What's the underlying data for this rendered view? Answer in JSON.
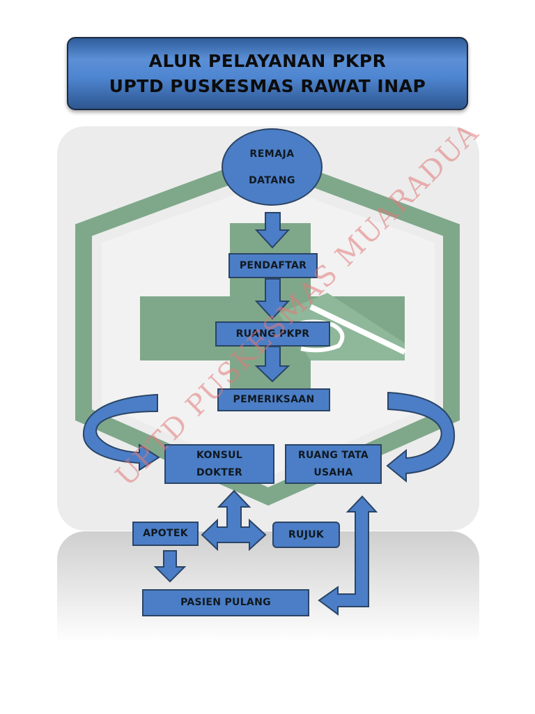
{
  "title": {
    "line1": "ALUR PELAYANAN PKPR",
    "line2": "UPTD PUSKESMAS RAWAT INAP"
  },
  "nodes": {
    "start": {
      "line1": "REMAJA",
      "line2": "DATANG"
    },
    "pendaftar": "PENDAFTAR",
    "ruang_pkpr": "RUANG PKPR",
    "pemeriksaan": "PEMERIKSAAN",
    "konsul_dokter": {
      "line1": "KONSUL",
      "line2": "DOKTER"
    },
    "ruang_tata_usaha": {
      "line1": "RUANG TATA",
      "line2": "USAHA"
    },
    "apotek": "APOTEK",
    "rujuk": "RUJUK",
    "pasien_pulang": "PASIEN PULANG"
  },
  "watermark": "UPTD PUSKESMAS MUARADUA",
  "colors": {
    "box_fill": "#4b7ec6",
    "box_border": "#2a4466",
    "logo_green": "#7fa88a",
    "watermark": "#e27878",
    "banner": "#4f86d1"
  }
}
